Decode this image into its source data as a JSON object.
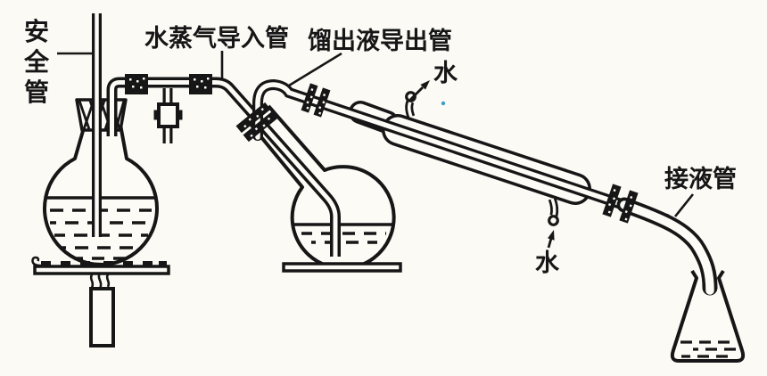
{
  "figure": {
    "type": "chemistry-apparatus-line-diagram",
    "subject": "steam distillation setup"
  },
  "labels": {
    "safety_tube": "安全管",
    "steam_inlet_tube": "水蒸气导入管",
    "distillate_outlet_tube": "馏出液导出管",
    "water_out": "水",
    "water_in": "水",
    "receiver_tube": "接液管"
  },
  "colors": {
    "ink": "#161616",
    "paper": "#fcfbf6",
    "bg": "#fbfaf5",
    "artifact_dot": "#3d9bc7"
  }
}
